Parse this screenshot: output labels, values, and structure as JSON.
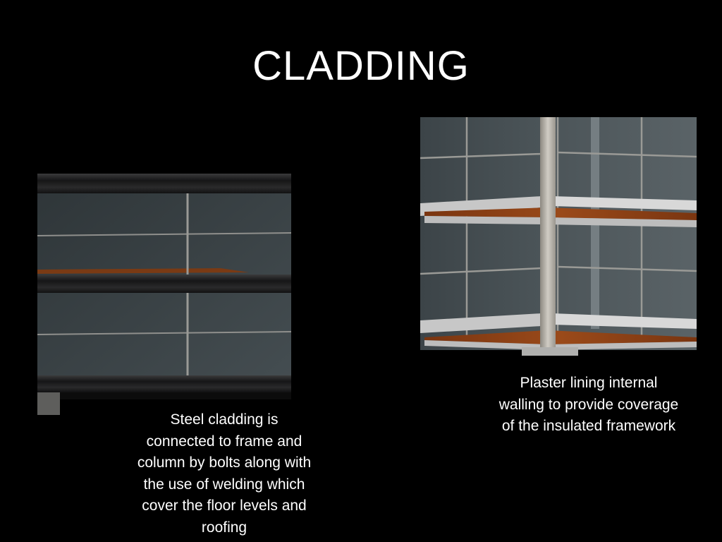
{
  "slide": {
    "title": "CLADDING",
    "background_color": "#000000",
    "text_color": "#ffffff"
  },
  "left_figure": {
    "caption_lines": [
      "Steel cladding is",
      "connected to frame and",
      "column by bolts along with",
      "the use of welding which",
      "cover the floor levels and",
      "roofing"
    ]
  },
  "right_figure": {
    "caption_lines": [
      "Plaster lining internal",
      "walling to provide coverage",
      "of the insulated framework"
    ]
  },
  "colors": {
    "glass_panel": "#3c4448",
    "steel_band": "#1e1e1f",
    "mullion": "#8f8f8c",
    "timber_floor": "#8a3f14",
    "column": "#b9b5ad",
    "plaster": "#c7c7c7"
  }
}
